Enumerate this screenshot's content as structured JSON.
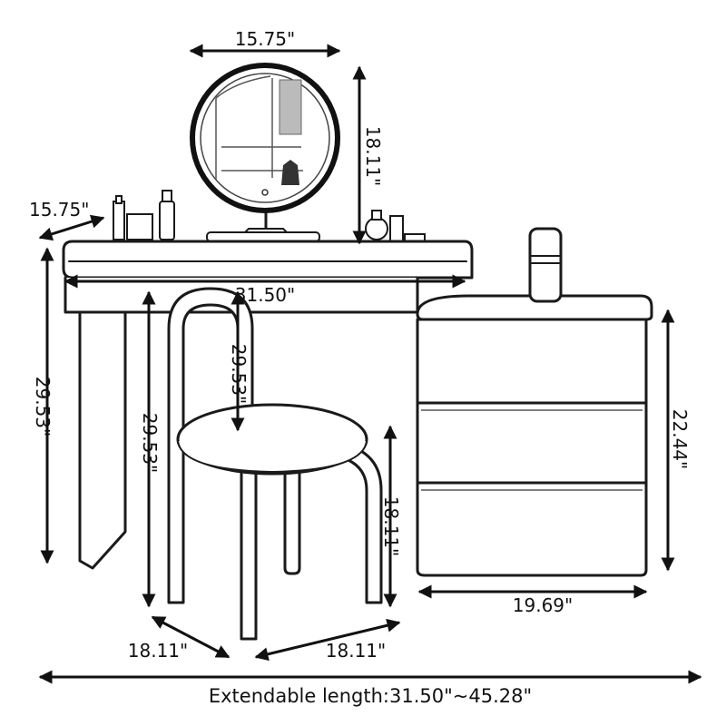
{
  "dimensions": {
    "mirror_width": "15.75\"",
    "mirror_height": "18.11\"",
    "desk_depth": "15.75\"",
    "desk_width": "31.50\"",
    "desk_height": "29.53\"",
    "chair_back_height": "29.53\"",
    "chair_total_height": "29.53\"",
    "chair_seat_height": "18.11\"",
    "cabinet_height": "22.44\"",
    "cabinet_depth": "19.69\"",
    "chair_depth": "18.11\"",
    "chair_width": "18.11\""
  },
  "caption": "Extendable length:31.50\"~45.28\""
}
